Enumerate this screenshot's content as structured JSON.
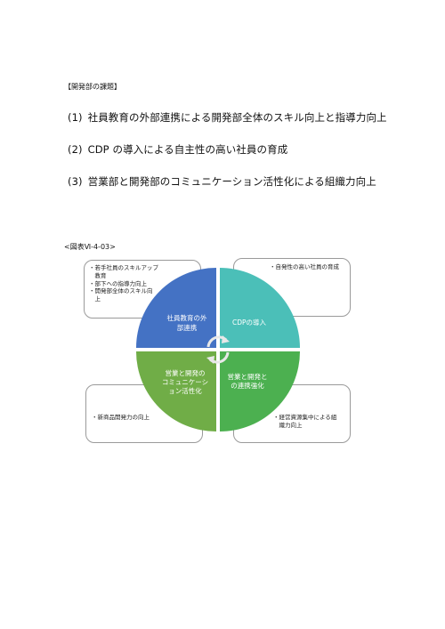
{
  "section_title": "【開発部の課題】",
  "items": [
    {
      "num": "(1)",
      "text": "社員教育の外部連携による開発部全体のスキル向上と指導力向上"
    },
    {
      "num": "(2)",
      "text": "CDP の導入による自主性の高い社員の育成"
    },
    {
      "num": "(3)",
      "text": "営業部と開発部のコミュニケーション活性化による組織力向上"
    }
  ],
  "figure_caption": "<図表Ⅵ-4-03>",
  "diagram": {
    "quadrants": [
      {
        "label_lines": [
          "社員教育の外",
          "部連携"
        ],
        "color": "#4472c4"
      },
      {
        "label_lines": [
          "CDPの導入"
        ],
        "color": "#4bbfb8"
      },
      {
        "label_lines": [
          "営業と開発の",
          "コミュニケーシ",
          "ョン活性化"
        ],
        "color": "#70ad47"
      },
      {
        "label_lines": [
          "営業と開発と",
          "の連携強化"
        ],
        "color": "#4cb050"
      }
    ],
    "callouts": {
      "top_left": [
        "・若手社員のスキルアップ",
        "　教育",
        "・部下への指導力向上",
        "・開発部全体のスキル向",
        "　上"
      ],
      "top_right": [
        "・自発性の高い社員の育成"
      ],
      "bottom_left": [
        "・新商品開発力の向上"
      ],
      "bottom_right": [
        "・経営資源集中による組",
        "　織力向上"
      ]
    }
  }
}
